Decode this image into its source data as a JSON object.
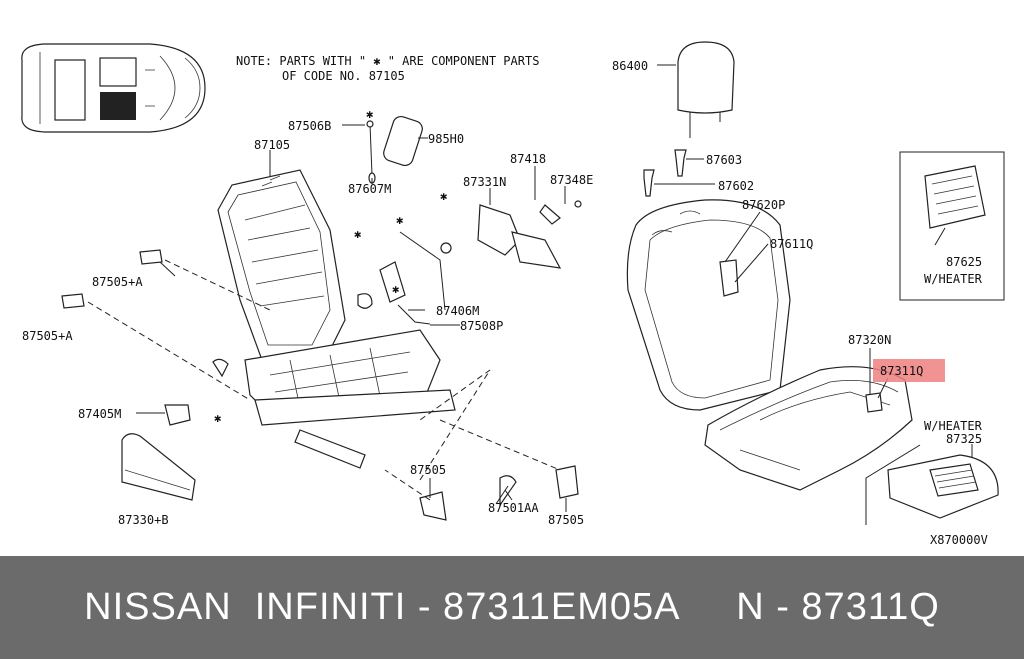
{
  "note": {
    "line1": "NOTE: PARTS WITH \" ✱ \" ARE COMPONENT PARTS",
    "line2": "OF CODE NO. 87105"
  },
  "star": "✱",
  "labels": {
    "p86400": "86400",
    "p87506B": "87506B",
    "p985H0": "985H0",
    "p87105": "87105",
    "p87607M": "87607M",
    "p87418": "87418",
    "p87331N": "87331N",
    "p87348E": "87348E",
    "p87603": "87603",
    "p87602": "87602",
    "p87620P": "87620P",
    "p87611Q": "87611Q",
    "p87625": "87625",
    "wheater1": "W/HEATER",
    "p87505A_1": "87505+A",
    "p87505A_2": "87505+A",
    "p87406M": "87406M",
    "p87508P": "87508P",
    "p87320N": "87320N",
    "p87311Q": "87311Q",
    "p87405M": "87405M",
    "wheater2": "W/HEATER",
    "p87325": "87325",
    "p87505_1": "87505",
    "p87501AA": "87501AA",
    "p87505_2": "87505",
    "p87330B": "87330+B",
    "code": "X870000V"
  },
  "highlight_color": "#f08080",
  "footer": {
    "text": "NISSAN  INFINITI - 87311EM05A     N - 87311Q"
  }
}
